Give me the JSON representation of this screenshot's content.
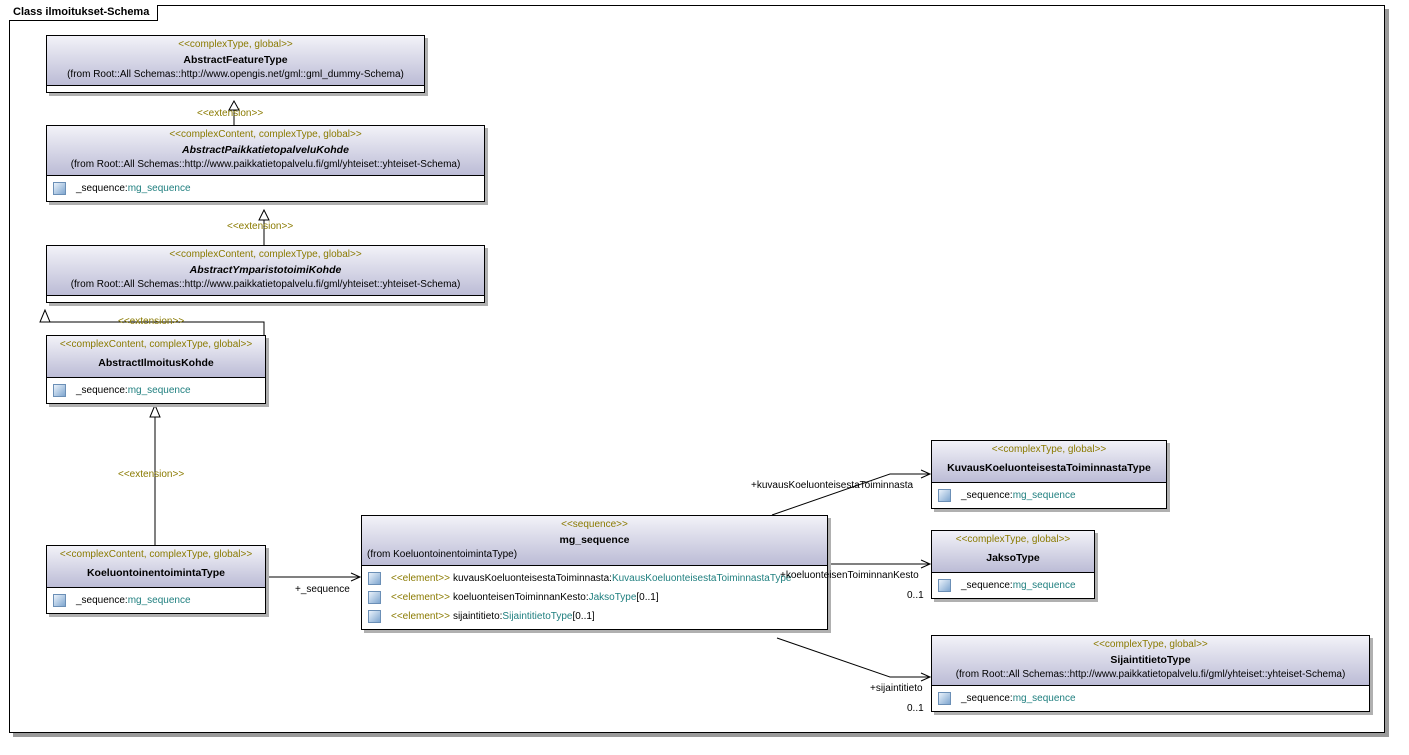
{
  "frame": {
    "title": "Class ilmoitukset-Schema"
  },
  "classes": {
    "abstract_feature": {
      "stereotype": "<<complexType, global>>",
      "name": "AbstractFeatureType",
      "from": "(from Root::All Schemas::http://www.opengis.net/gml::gml_dummy-Schema)"
    },
    "paikkatieto": {
      "stereotype": "<<complexContent, complexType, global>>",
      "name": "AbstractPaikkatietopalveluKohde",
      "from": "(from Root::All Schemas::http://www.paikkatietopalvelu.fi/gml/yhteiset::yhteiset-Schema)",
      "attr_name": "_sequence:",
      "attr_type": "mg_sequence"
    },
    "ymparisto": {
      "stereotype": "<<complexContent, complexType, global>>",
      "name": "AbstractYmparistotoimiKohde",
      "from": "(from Root::All Schemas::http://www.paikkatietopalvelu.fi/gml/yhteiset::yhteiset-Schema)"
    },
    "ilmoitus": {
      "stereotype": "<<complexContent, complexType, global>>",
      "name": "AbstractIlmoitusKohde",
      "attr_name": "_sequence:",
      "attr_type": "mg_sequence"
    },
    "koeluontoinen": {
      "stereotype": "<<complexContent, complexType, global>>",
      "name": "KoeluontoinentoimintaType",
      "attr_name": "_sequence:",
      "attr_type": "mg_sequence"
    },
    "mg_sequence": {
      "stereotype": "<<sequence>>",
      "name": "mg_sequence",
      "from": "(from KoeluontoinentoimintaType)",
      "attrs": [
        {
          "stereo": "<<element>>",
          "name": "kuvausKoeluonteisestaToiminnasta",
          "sep": ":",
          "type": "KuvausKoeluonteisestaToiminnastaType",
          "mult": ""
        },
        {
          "stereo": "<<element>>",
          "name": "koeluonteisenToiminnanKesto",
          "sep": ":",
          "type": "JaksoType",
          "mult": "[0..1]"
        },
        {
          "stereo": "<<element>>",
          "name": "sijaintitieto",
          "sep": ":",
          "type": "SijaintitietoType",
          "mult": "[0..1]"
        }
      ]
    },
    "kuvaus": {
      "stereotype": "<<complexType, global>>",
      "name": "KuvausKoeluonteisestaToiminnastaType",
      "attr_name": "_sequence:",
      "attr_type": "mg_sequence"
    },
    "jakso": {
      "stereotype": "<<complexType, global>>",
      "name": "JaksoType",
      "attr_name": "_sequence:",
      "attr_type": "mg_sequence"
    },
    "sijainti": {
      "stereotype": "<<complexType, global>>",
      "name": "SijaintitietoType",
      "from": "(from Root::All Schemas::http://www.paikkatietopalvelu.fi/gml/yhteiset::yhteiset-Schema)",
      "attr_name": "_sequence:",
      "attr_type": "mg_sequence"
    }
  },
  "labels": {
    "ext1": "<<extension>>",
    "ext2": "<<extension>>",
    "ext3": "<<extension>>",
    "ext4": "<<extension>>",
    "seq_role": "+_sequence",
    "kuvaus_role": "+kuvausKoeluonteisestaToiminnasta",
    "kesto_role": "+koeluonteisenToiminnanKesto",
    "kesto_mult": "0..1",
    "sijainti_role": "+sijaintitieto",
    "sijainti_mult": "0..1"
  },
  "colors": {
    "stereotype": "#8a7a00",
    "type": "#1f7f7f",
    "header_top": "#f2f2f8",
    "header_bottom": "#bcbcd6"
  }
}
